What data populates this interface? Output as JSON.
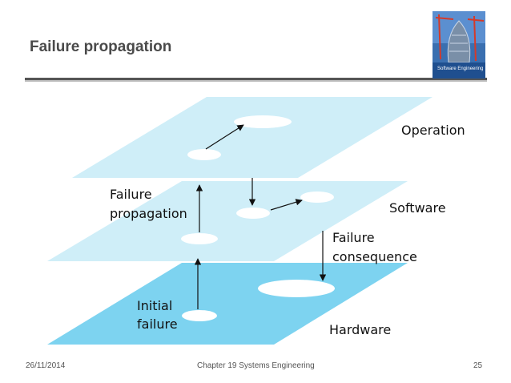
{
  "slide": {
    "title": "Failure propagation",
    "book_cover": {
      "title": "Software Engineering",
      "colors": {
        "sky": "#3a6fb0",
        "crane": "#d43a2a",
        "tower": "#7a8fa8"
      }
    }
  },
  "diagram": {
    "layers": [
      {
        "name": "Operation",
        "color": "#cfeef8"
      },
      {
        "name": "Software",
        "color": "#cfeef8"
      },
      {
        "name": "Hardware",
        "color": "#7dd3f0"
      }
    ],
    "labels": {
      "propagation_line1": "Failure",
      "propagation_line2": "propagation",
      "consequence_line1": "Failure",
      "consequence_line2": "consequence",
      "initial_line1": "Initial",
      "initial_line2": "failure"
    }
  },
  "footer": {
    "date": "26/11/2014",
    "chapter": "Chapter 19 Systems Engineering",
    "page": "25"
  }
}
